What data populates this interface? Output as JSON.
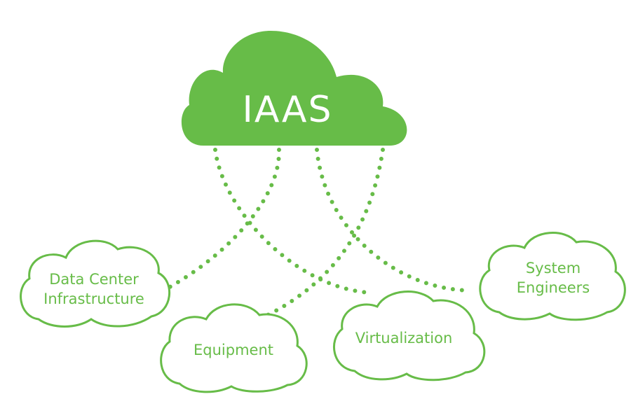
{
  "colors": {
    "accent": "#67bc48",
    "background": "#ffffff",
    "main_label": "#ffffff"
  },
  "main_cloud": {
    "label": "IAAS"
  },
  "clouds": {
    "data_center": {
      "line1": "Data Center",
      "line2": "Infrastructure"
    },
    "equipment": {
      "label": "Equipment"
    },
    "virtualization": {
      "label": "Virtualization"
    },
    "system_engineers": {
      "line1": "System",
      "line2": "Engineers"
    }
  }
}
